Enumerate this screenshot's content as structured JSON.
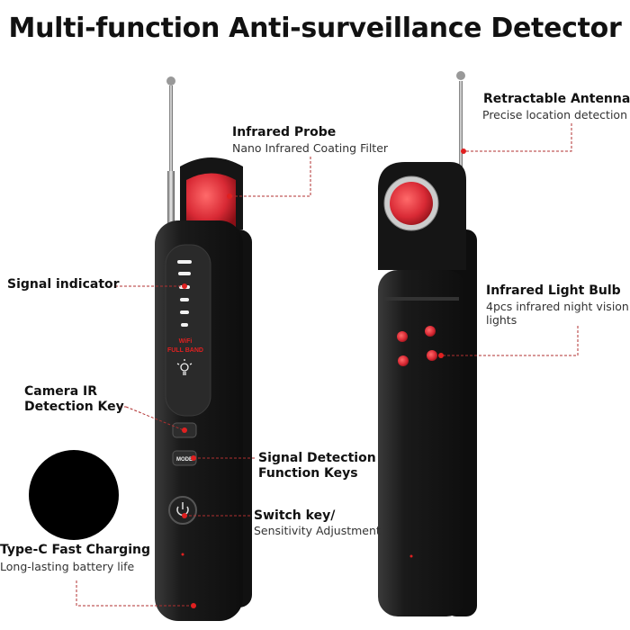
{
  "title": "Multi-function Anti-surveillance Detector",
  "callouts": {
    "infrared_probe": {
      "heading": "Infrared Probe",
      "desc": "Nano Infrared Coating Filter"
    },
    "signal_indicator": {
      "heading": "Signal indicator"
    },
    "camera_ir_key": {
      "heading_line1": "Camera IR",
      "heading_line2": "Detection Key"
    },
    "signal_detection_keys": {
      "heading_line1": "Signal Detection",
      "heading_line2": "Function Keys"
    },
    "switch_key": {
      "heading": "Switch key/",
      "desc": "Sensitivity Adjustment"
    },
    "type_c": {
      "heading": "Type-C Fast Charging",
      "desc": "Long-lasting battery life"
    },
    "retractable_antenna": {
      "heading": "Retractable Antenna",
      "desc": "Precise location detection"
    },
    "infrared_bulb": {
      "heading": "Infrared Light Bulb",
      "desc_line1": "4pcs infrared night vision",
      "desc_line2": "lights"
    }
  },
  "device": {
    "panel_line1": "WiFi",
    "panel_line2": "FULL BAND",
    "mode_label": "MODE"
  },
  "colors": {
    "accent": "#e02020",
    "body": "#1c1c1c",
    "lens": "#d9333d"
  }
}
